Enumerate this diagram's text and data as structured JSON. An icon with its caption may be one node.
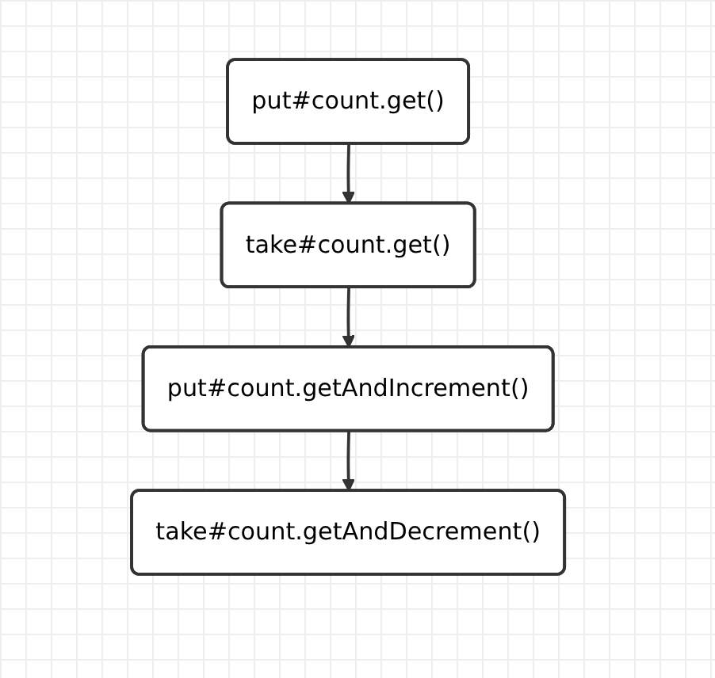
{
  "diagram": {
    "nodes": [
      {
        "text": [
          "put#count.get()"
        ]
      },
      {
        "text": [
          "take#count.get()"
        ]
      },
      {
        "text": [
          "put#count.getAndIncrement()"
        ]
      },
      {
        "text": [
          "take#count.getAndDecrement()"
        ]
      }
    ],
    "edges": [
      {
        "from": 0,
        "to": 1,
        "arrow": "to"
      },
      {
        "from": 1,
        "to": 2,
        "arrow": "to"
      },
      {
        "from": 2,
        "to": 3,
        "arrow": "to"
      }
    ]
  }
}
